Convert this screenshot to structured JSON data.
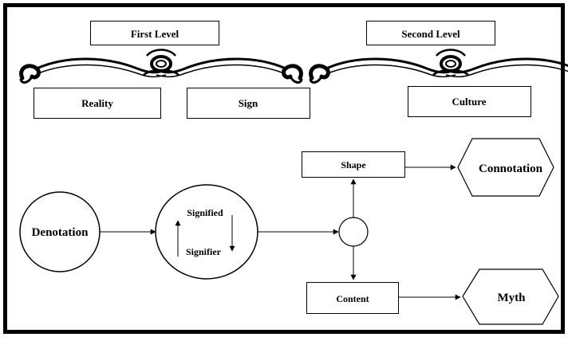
{
  "levels": {
    "first": "First Level",
    "second": "Second Level"
  },
  "first_level_items": [
    "Reality",
    "Sign"
  ],
  "second_level_items": [
    "Culture"
  ],
  "nodes": {
    "denotation": "Denotation",
    "signified": "Signified",
    "signifier": "Signifier",
    "shape": "Shape",
    "content": "Content",
    "connotation": "Connotation",
    "myth": "Myth"
  },
  "icons": [
    "ornamental-divider-icon",
    "arrow-icon"
  ],
  "colors": {
    "stroke": "#000000",
    "background": "#ffffff"
  }
}
